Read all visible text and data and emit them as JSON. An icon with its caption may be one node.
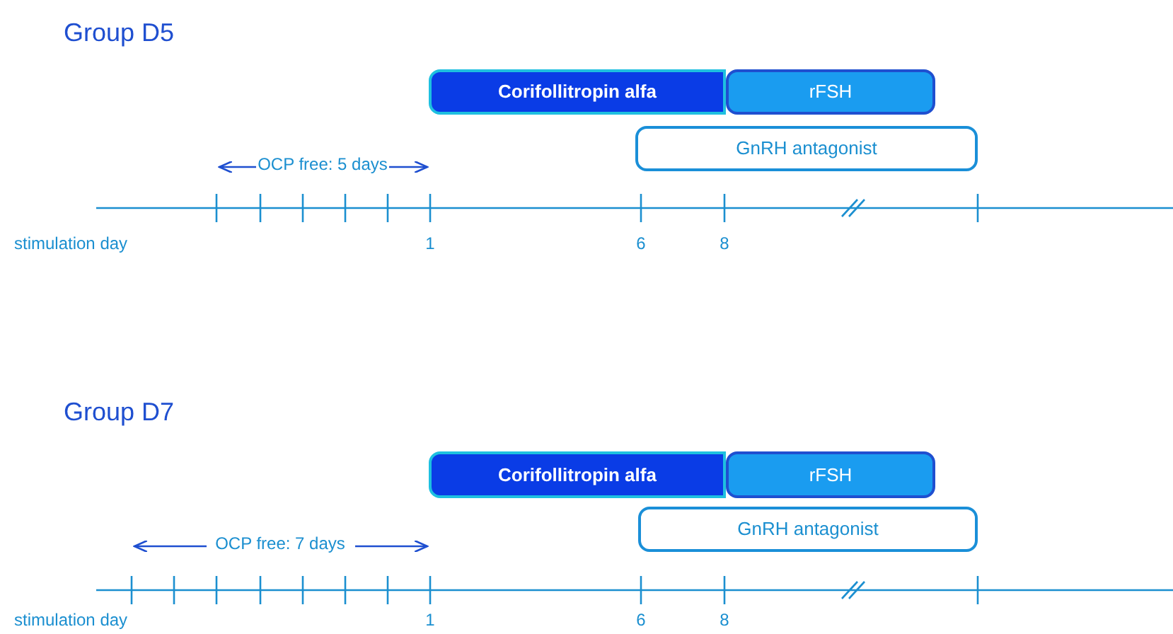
{
  "diagram": {
    "nodes": [
      {
        "text": [
          "Corifollitropin alfa"
        ]
      },
      {
        "text": [
          "rFSH"
        ]
      },
      {
        "text": [
          "GnRH antagonist"
        ]
      },
      {
        "text": [
          "Corifollitropin alfa"
        ]
      },
      {
        "text": [
          "rFSH"
        ]
      },
      {
        "text": [
          "GnRH antagonist"
        ]
      }
    ],
    "edges": [],
    "labels": [
      "Group D5",
      "OCP free: 5 days",
      "stimulation day",
      "1",
      "6",
      "8",
      "Group D7",
      "OCP free: 7 days",
      "stimulation day",
      "1",
      "6",
      "8"
    ]
  }
}
